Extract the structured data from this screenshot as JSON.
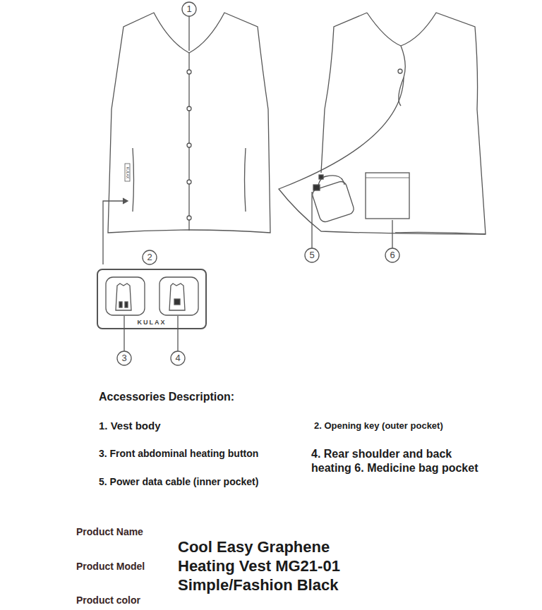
{
  "diagram": {
    "nodes": [
      {
        "text": [
          "KULAX"
        ]
      }
    ],
    "labels": [
      "1",
      "2",
      "3",
      "4",
      "5",
      "6",
      "KULAX",
      "Accessories Description:",
      "1. Vest body",
      "2. Opening key (outer pocket)",
      "3. Front abdominal heating button",
      "4. Rear shoulder and back heating 6. Medicine bag pocket",
      "5. Power data cable (inner pocket)",
      "Product Name",
      "Product Model",
      "Product color",
      "Cool Easy Graphene Heating Vest MG21-01 Simple/Fashion Black"
    ]
  }
}
